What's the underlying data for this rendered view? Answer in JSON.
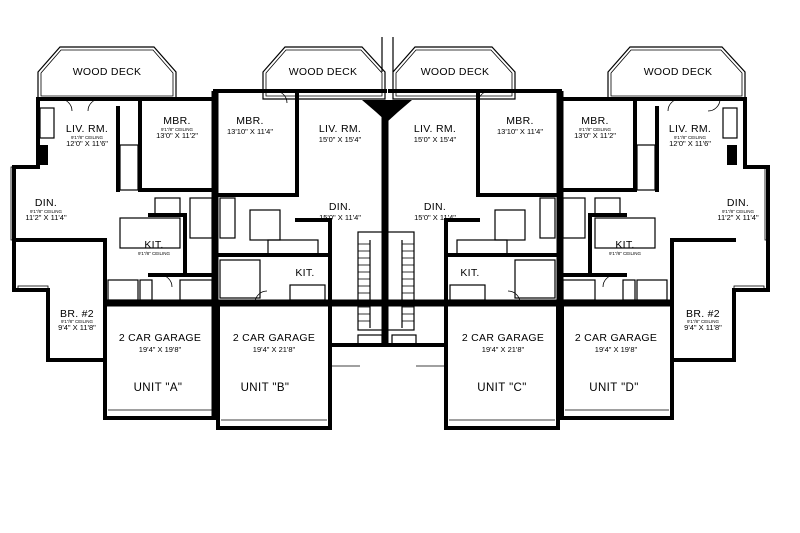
{
  "plan": {
    "units": [
      {
        "label": "UNIT \"A\"",
        "garage": "2 CAR GARAGE",
        "garage_dim": "19'4\" X 19'8\"",
        "deck": "WOOD DECK",
        "liv": "LIV. RM.",
        "liv_dim": "12'0\" X 11'6\"",
        "liv_note": "9'1\"/8\" CEILING",
        "mbr": "MBR.",
        "mbr_dim": "13'0\" X 11'2\"",
        "mbr_note": "9'1\"/8\" CEILING",
        "din": "DIN.",
        "din_dim": "11'2\" X 11'4\"",
        "din_note": "9'1\"/8\" CEILING",
        "kit": "KIT.",
        "kit_note": "9'1\"/8\" CEILING",
        "br": "BR. #2",
        "br_dim": "9'4\" X 11'8\"",
        "br_note": "9'1\"/8\" CEILING"
      },
      {
        "label": "UNIT \"B\"",
        "garage": "2 CAR GARAGE",
        "garage_dim": "19'4\" X 21'8\"",
        "deck": "WOOD DECK",
        "liv": "LIV. RM.",
        "liv_dim": "15'0\" X 15'4\"",
        "mbr": "MBR.",
        "mbr_dim": "13'10\" X 11'4\"",
        "din": "DIN.",
        "din_dim": "15'0\" X 11'4\"",
        "kit": "KIT."
      },
      {
        "label": "UNIT \"C\"",
        "garage": "2 CAR GARAGE",
        "garage_dim": "19'4\" X 21'8\"",
        "deck": "WOOD DECK",
        "liv": "LIV. RM.",
        "liv_dim": "15'0\" X 15'4\"",
        "mbr": "MBR.",
        "mbr_dim": "13'10\" X 11'4\"",
        "din": "DIN.",
        "din_dim": "15'0\" X 11'4\"",
        "kit": "KIT."
      },
      {
        "label": "UNIT \"D\"",
        "garage": "2 CAR GARAGE",
        "garage_dim": "19'4\" X 19'8\"",
        "deck": "WOOD DECK",
        "liv": "LIV. RM.",
        "liv_dim": "12'0\" X 11'6\"",
        "liv_note": "9'1\"/8\" CEILING",
        "mbr": "MBR.",
        "mbr_dim": "13'0\" X 11'2\"",
        "mbr_note": "9'1\"/8\" CEILING",
        "din": "DIN.",
        "din_dim": "11'2\" X 11'4\"",
        "din_note": "9'1\"/8\" CEILING",
        "kit": "KIT.",
        "kit_note": "9'1\"/8\" CEILING",
        "br": "BR. #2",
        "br_dim": "9'4\" X 11'8\"",
        "br_note": "9'1\"/8\" CEILING"
      }
    ]
  }
}
